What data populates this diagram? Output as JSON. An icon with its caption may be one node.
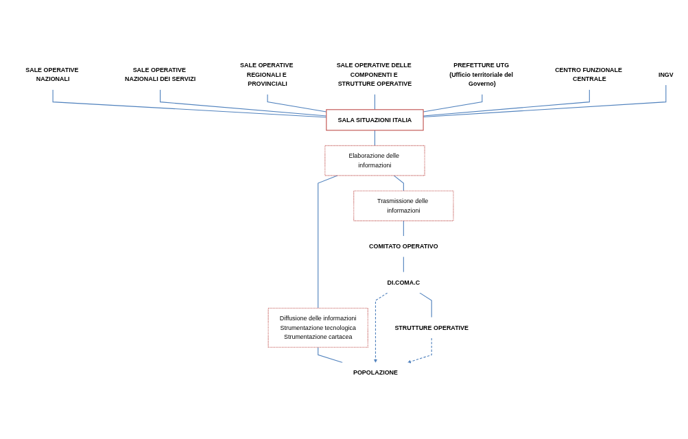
{
  "diagram": {
    "nodes": [
      {
        "text": [
          "SALE OPERATIVE NAZIONALI"
        ]
      },
      {
        "text": [
          "SALE OPERATIVE NAZIONALI DEI SERVIZI"
        ]
      },
      {
        "text": [
          "SALE OPERATIVE REGIONALI E PROVINCIALI"
        ]
      },
      {
        "text": [
          "SALE OPERATIVE DELLE COMPONENTI E STRUTTURE OPERATIVE"
        ]
      },
      {
        "text": [
          "PREFETTURE UTG (Ufficio territoriale del Governo)"
        ]
      },
      {
        "text": [
          "CENTRO FUNZIONALE CENTRALE"
        ]
      },
      {
        "text": [
          "INGV"
        ]
      },
      {
        "text": [
          "SALA SITUAZIONI ITALIA"
        ]
      },
      {
        "text": [
          "Elaborazione delle informazioni"
        ]
      },
      {
        "text": [
          "Trasmissione delle informazioni"
        ]
      },
      {
        "text": [
          "Diffusione delle informazioni",
          "Strumentazione tecnologica",
          "Strumentazione cartacea"
        ]
      },
      {
        "text": [
          "COMITATO OPERATIVO"
        ]
      },
      {
        "text": [
          "POPOLAZIONE"
        ]
      },
      {
        "text": [
          "DI.COMA.C"
        ]
      },
      {
        "text": [
          "STRUTTURE OPERATIVE"
        ]
      }
    ],
    "edges": [
      {
        "from": 0,
        "to": 7,
        "arrow": "none"
      },
      {
        "from": 1,
        "to": 7,
        "arrow": "none"
      },
      {
        "from": 2,
        "to": 7,
        "arrow": "none"
      },
      {
        "from": 3,
        "to": 7,
        "arrow": "none"
      },
      {
        "from": 4,
        "to": 7,
        "arrow": "none"
      },
      {
        "from": 5,
        "to": 7,
        "arrow": "none"
      },
      {
        "from": 6,
        "to": 7,
        "arrow": "none"
      },
      {
        "from": 7,
        "to": 8,
        "arrow": "none"
      },
      {
        "from": 8,
        "to": 9,
        "arrow": "none"
      },
      {
        "from": 8,
        "to": 10,
        "arrow": "none"
      },
      {
        "from": 9,
        "to": 11,
        "arrow": "none"
      },
      {
        "from": 10,
        "to": 12,
        "arrow": "none"
      },
      {
        "from": 11,
        "to": 13,
        "arrow": "none"
      },
      {
        "from": 13,
        "to": 14,
        "arrow": "none"
      },
      {
        "from": 13,
        "to": 12,
        "arrow": "to",
        "style": "dashed"
      },
      {
        "from": 14,
        "to": 12,
        "arrow": "to",
        "style": "dashed"
      }
    ]
  }
}
